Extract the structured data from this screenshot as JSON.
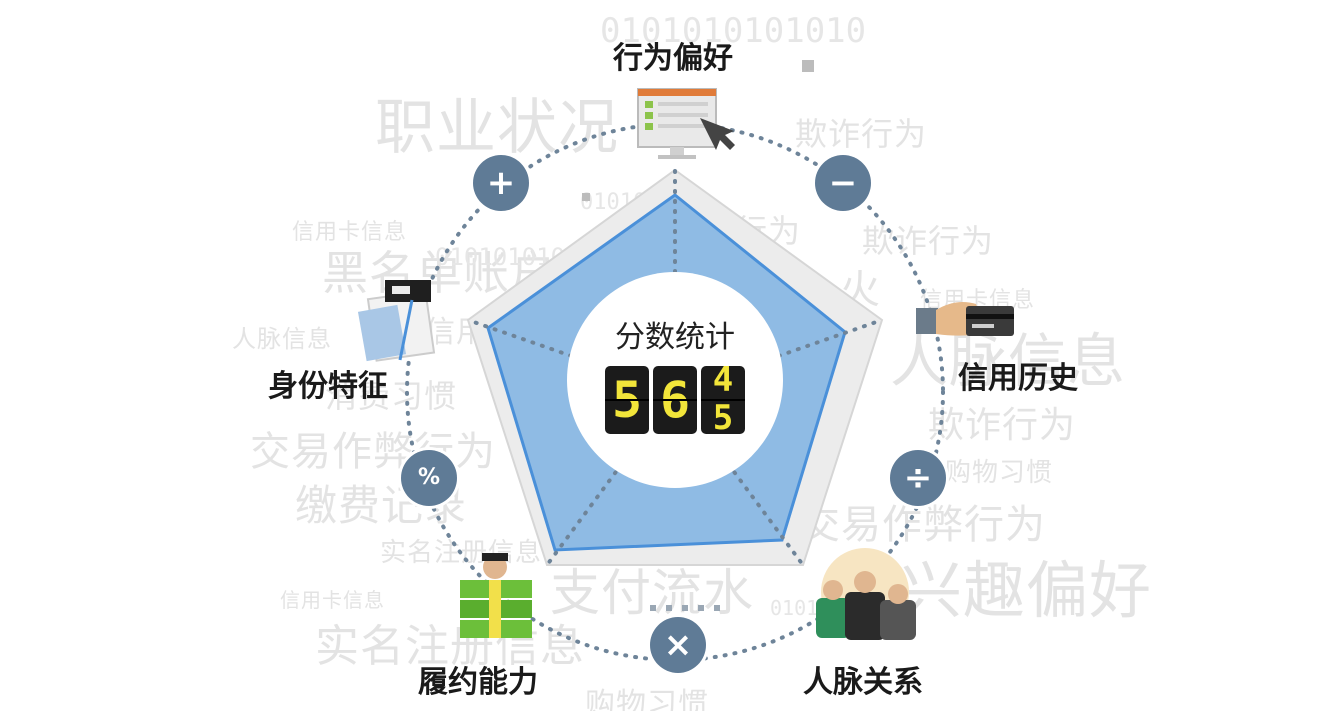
{
  "center": {
    "title": "分数统计",
    "digits": [
      "5",
      "6"
    ],
    "flip_digit_top": "4",
    "flip_digit_bottom": "5"
  },
  "labels": {
    "top": "行为偏好",
    "right": "信用历史",
    "bottom_right": "人脉关系",
    "bottom_left": "履约能力",
    "left": "身份特征"
  },
  "symbols": {
    "plus": "+",
    "minus": "−",
    "divide": "÷",
    "times": "×",
    "percent": "%"
  },
  "background_words": [
    "职业状况",
    "欺诈行为",
    "行为",
    "欺诈行为",
    "信用卡信息",
    "黑名单账户",
    "信用",
    "人脉信息",
    "人脉信息",
    "信用卡信息",
    "消费习惯",
    "交易作弊行为",
    "欺诈行为",
    "购物习惯",
    "缴费记录",
    "交易作弊行为",
    "实名注册信息",
    "支付流水",
    "兴趣偏好",
    "信用卡信息",
    "实名注册信息",
    "购物习惯",
    "火"
  ],
  "binary": [
    "0101010101010",
    "0101010101",
    "010101010",
    "010101"
  ],
  "colors": {
    "symbol_circle": "#5f7b96",
    "pentagon_outer": "#ececec",
    "pentagon_fill": "#8fbbe4",
    "pentagon_stroke": "#4a90d9",
    "dotted_line": "#6e8499",
    "digit_bg": "#1b1b1b",
    "digit_fg": "#f2e53a"
  }
}
